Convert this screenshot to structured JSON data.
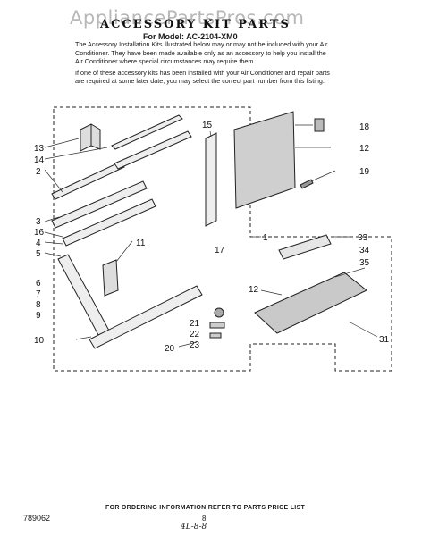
{
  "watermark": "AppliancePartsPros.com",
  "header": {
    "title": "ACCESSORY KIT PARTS",
    "model": "For Model: AC-2104-XM0",
    "intro_1": "The Accessory Installation Kits illustrated below may or may not be included with your Air Conditioner. They have been made available only as an accessory to help you install the Air Conditioner where special circumstances may require them.",
    "intro_2": "If one of these accessory kits has been installed with your Air Conditioner and repair parts are required at some later date, you may select the correct part number from this listing."
  },
  "callouts": {
    "c1": "1",
    "c2": "2",
    "c3": "3",
    "c4": "4",
    "c5": "5",
    "c6": "6",
    "c7": "7",
    "c8": "8",
    "c9": "9",
    "c10": "10",
    "c11": "11",
    "c12a": "12",
    "c12b": "12",
    "c13": "13",
    "c14": "14",
    "c15": "15",
    "c16": "16",
    "c17": "17",
    "c18": "18",
    "c19": "19",
    "c20": "20",
    "c21": "21",
    "c22": "22",
    "c23": "23",
    "c31": "31",
    "c33": "33",
    "c34": "34",
    "c35": "35"
  },
  "footer": {
    "note": "FOR ORDERING INFORMATION REFER TO PARTS PRICE LIST",
    "page": "8",
    "doc_number": "789062",
    "handwritten": "4L-8-8"
  }
}
